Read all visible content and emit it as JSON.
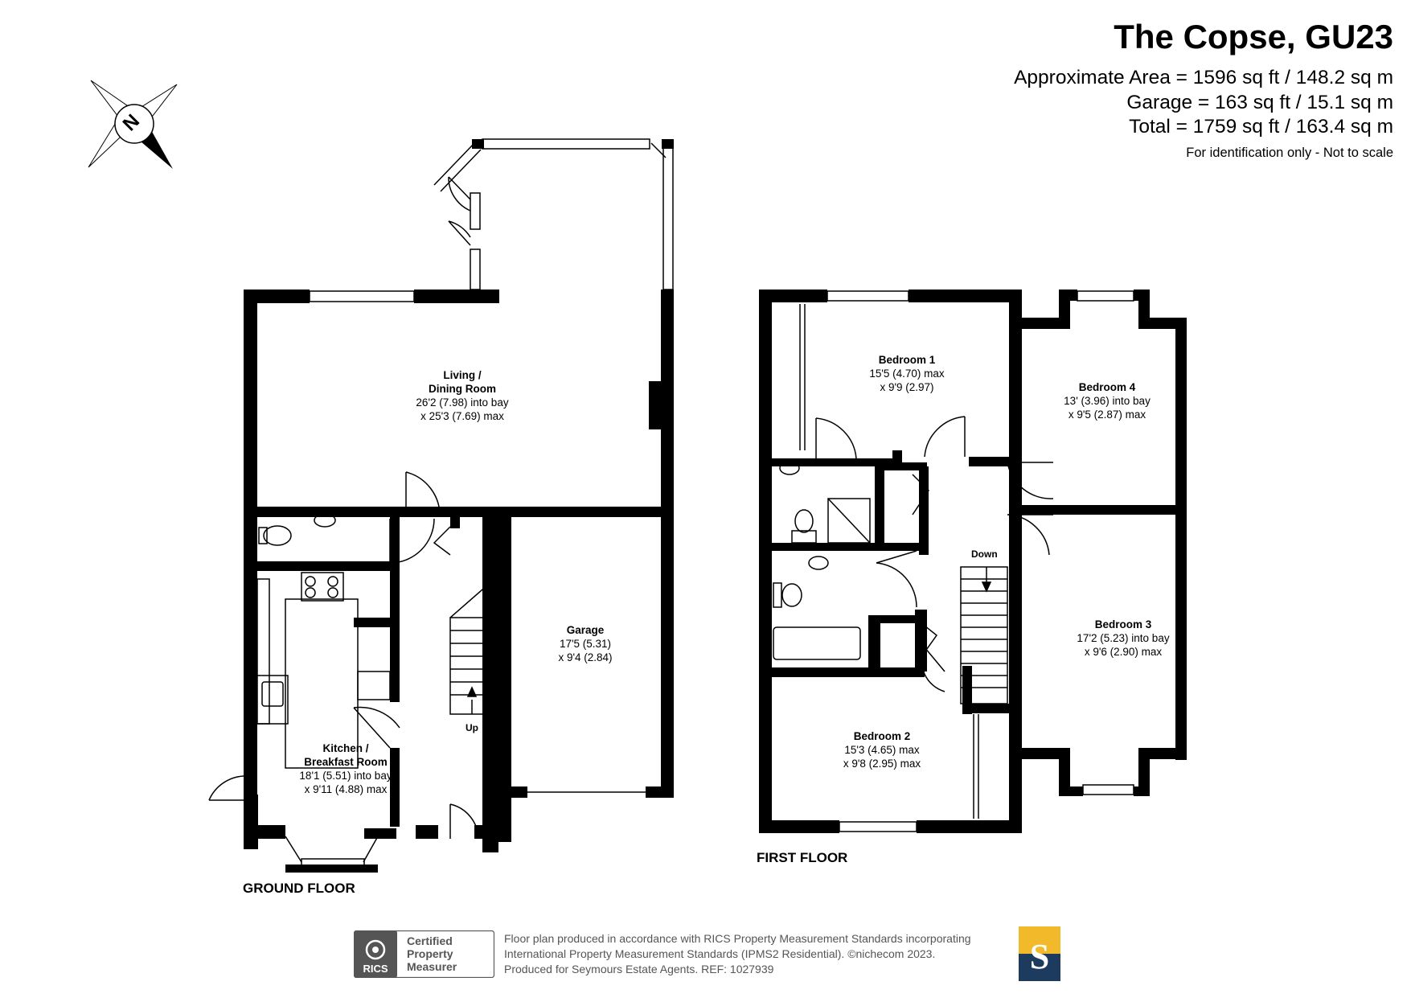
{
  "header": {
    "title": "The Copse, GU23",
    "area_lines": [
      "Approximate Area = 1596 sq ft / 148.2 sq m",
      "Garage = 163 sq ft / 15.1 sq m",
      "Total = 1759 sq ft / 163.4 sq m"
    ],
    "disclaimer": "For identification only - Not to scale"
  },
  "compass": {
    "label": "N",
    "icon": "compass-icon"
  },
  "floors": {
    "ground": {
      "label": "GROUND FLOOR",
      "rooms": {
        "living": {
          "name1": "Living /",
          "name2": "Dining Room",
          "dim1": "26'2 (7.98) into bay",
          "dim2": "x 25'3 (7.69) max"
        },
        "garage": {
          "name": "Garage",
          "dim1": "17'5 (5.31)",
          "dim2": "x 9'4 (2.84)"
        },
        "kitchen": {
          "name1": "Kitchen /",
          "name2": "Breakfast Room",
          "dim1": "18'1 (5.51) into bay",
          "dim2": "x 9'11 (4.88) max"
        }
      },
      "stairs_label": "Up"
    },
    "first": {
      "label": "FIRST FLOOR",
      "rooms": {
        "bedroom1": {
          "name": "Bedroom 1",
          "dim1": "15'5 (4.70) max",
          "dim2": "x 9'9 (2.97)"
        },
        "bedroom2": {
          "name": "Bedroom 2",
          "dim1": "15'3 (4.65) max",
          "dim2": "x 9'8 (2.95) max"
        },
        "bedroom3": {
          "name": "Bedroom 3",
          "dim1": "17'2 (5.23) into bay",
          "dim2": "x 9'6 (2.90) max"
        },
        "bedroom4": {
          "name": "Bedroom 4",
          "dim1": "13' (3.96) into bay",
          "dim2": "x 9'5 (2.87) max"
        }
      },
      "stairs_label": "Down"
    }
  },
  "footer": {
    "rics_badge": {
      "line1": "Certified",
      "line2": "Property",
      "line3": "Measurer",
      "brand": "RICS"
    },
    "lines": [
      "Floor plan produced in accordance with RICS Property Measurement Standards incorporating",
      "International Property Measurement Standards (IPMS2 Residential).  ©nichecom 2023.",
      "Produced for Seymours Estate Agents.   REF: 1027939"
    ],
    "seymours_logo": {
      "letter": "S",
      "colors": {
        "top": "#f2b92b",
        "bottom": "#1d3b5e"
      }
    }
  }
}
